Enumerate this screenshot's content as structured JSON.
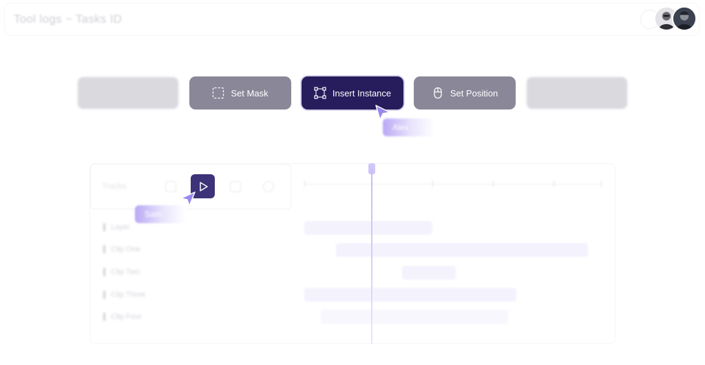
{
  "header": {
    "title": "Tool logs ~ Tasks ID",
    "avatars": [
      "user-avatar-1",
      "user-avatar-2"
    ]
  },
  "toolbar": {
    "buttons": [
      {
        "label": "",
        "icon": "",
        "state": "faded"
      },
      {
        "label": "Set Mask",
        "icon": "dashed-square-icon",
        "state": "default"
      },
      {
        "label": "Insert Instance",
        "icon": "instance-frame-icon",
        "state": "active"
      },
      {
        "label": "Set Position",
        "icon": "mouse-icon",
        "state": "default"
      },
      {
        "label": "",
        "icon": "",
        "state": "faded"
      }
    ]
  },
  "cursors": [
    {
      "name": "Alex",
      "color": "#9a86ee"
    },
    {
      "name": "Sam",
      "color": "#9a86ee"
    }
  ],
  "timeline": {
    "header_label": "Tracks",
    "controls": [
      "skip-back-icon",
      "play-icon",
      "skip-forward-icon",
      "settings-icon"
    ],
    "tracks": [
      {
        "label": "Layer"
      },
      {
        "label": "Clip One"
      },
      {
        "label": "Clip Two"
      },
      {
        "label": "Clip Three"
      },
      {
        "label": "Clip Four"
      }
    ]
  },
  "colors": {
    "primary": "#271c5c",
    "button_gray": "#8a8798",
    "accent": "#9a86ee",
    "play_button": "#3d3378"
  }
}
